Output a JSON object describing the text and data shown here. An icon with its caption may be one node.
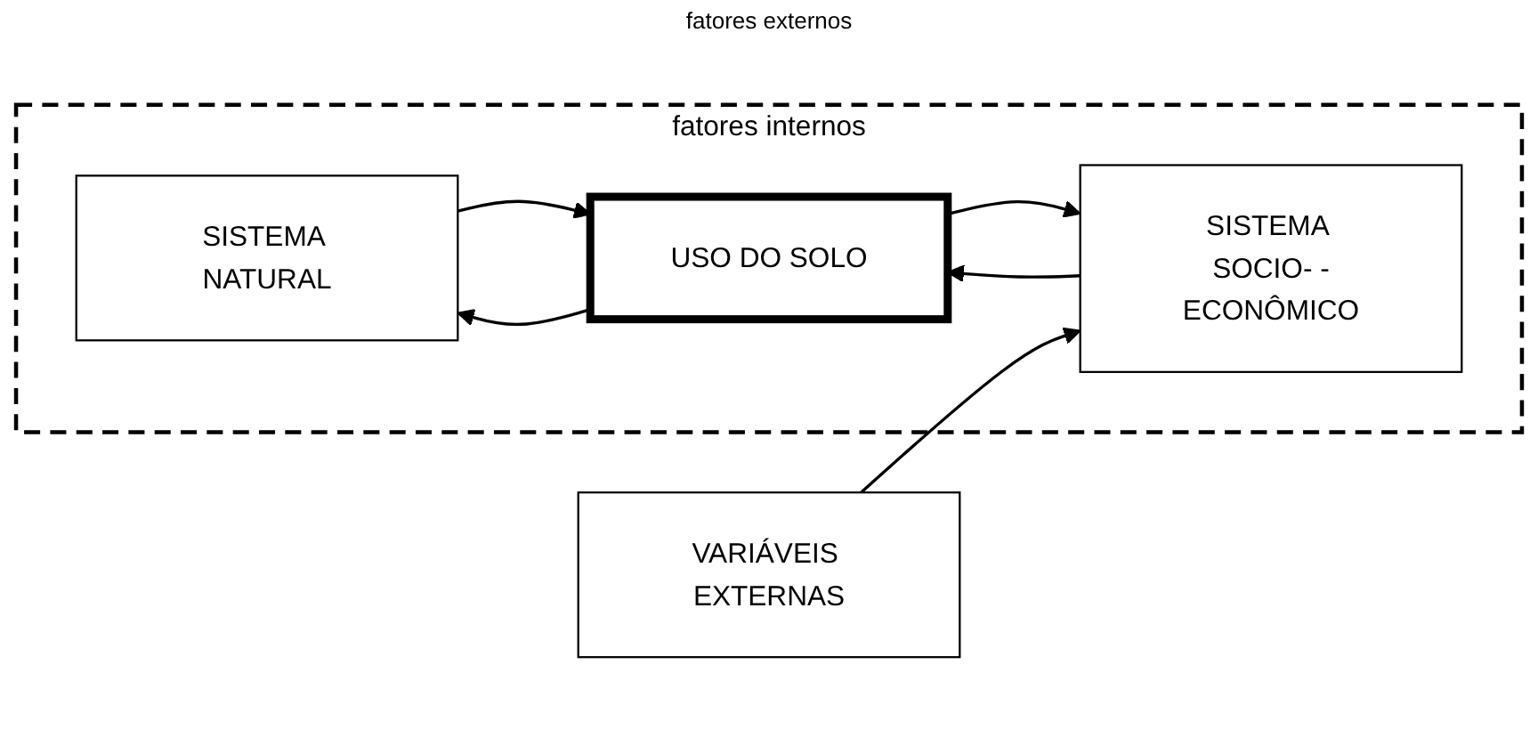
{
  "diagram": {
    "nodes": [
      {
        "text": [
          "fatores internos"
        ]
      },
      {
        "text": [
          "SISTEMA NATURAL"
        ],
        "in": 0
      },
      {
        "text": [
          "USO DO SOLO"
        ],
        "in": 0
      },
      {
        "text": [
          "SISTEMA SOCIO- -ECONÔMICO"
        ],
        "in": 0
      },
      {
        "text": [
          "VARIÁVEIS EXTERNAS"
        ]
      }
    ],
    "edges": [
      {
        "from": 2,
        "to": 1,
        "arrow": "to"
      },
      {
        "from": 1,
        "to": 2,
        "arrow": "to"
      },
      {
        "from": 3,
        "to": 2,
        "arrow": "to"
      },
      {
        "from": 2,
        "to": 3,
        "arrow": "to"
      },
      {
        "from": 4,
        "to": 3,
        "arrow": "to"
      }
    ],
    "labels": [
      "fatores externos"
    ]
  }
}
